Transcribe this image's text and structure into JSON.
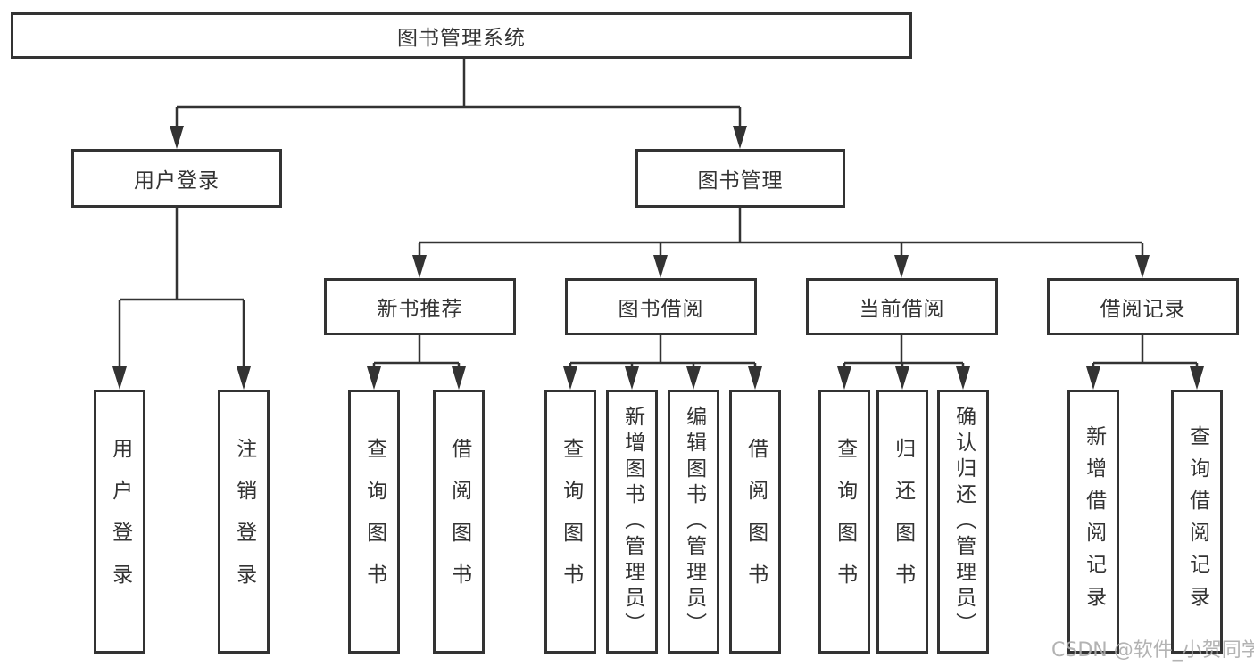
{
  "diagram_type": "hierarchy-diagram",
  "tree": {
    "label": "图书管理系统",
    "children": [
      {
        "label": "用户登录",
        "children": [
          {
            "label": "用户登录"
          },
          {
            "label": "注销登录"
          }
        ]
      },
      {
        "label": "图书管理",
        "children": [
          {
            "label": "新书推荐",
            "children": [
              {
                "label": "查询图书"
              },
              {
                "label": "借阅图书"
              }
            ]
          },
          {
            "label": "图书借阅",
            "children": [
              {
                "label": "查询图书"
              },
              {
                "label": "新增图书（管理员）"
              },
              {
                "label": "编辑图书（管理员）"
              },
              {
                "label": "借阅图书"
              }
            ]
          },
          {
            "label": "当前借阅",
            "children": [
              {
                "label": "查询图书"
              },
              {
                "label": "归还图书"
              },
              {
                "label": "确认归还（管理员）"
              }
            ]
          },
          {
            "label": "借阅记录",
            "children": [
              {
                "label": "新增借阅记录"
              },
              {
                "label": "查询借阅记录"
              }
            ]
          }
        ]
      }
    ]
  },
  "watermark": {
    "text": "CSDN @软件_小贺同学"
  },
  "colors": {
    "line": "#333333",
    "text": "#333333",
    "background": "#ffffff",
    "watermark": "#acacac"
  }
}
